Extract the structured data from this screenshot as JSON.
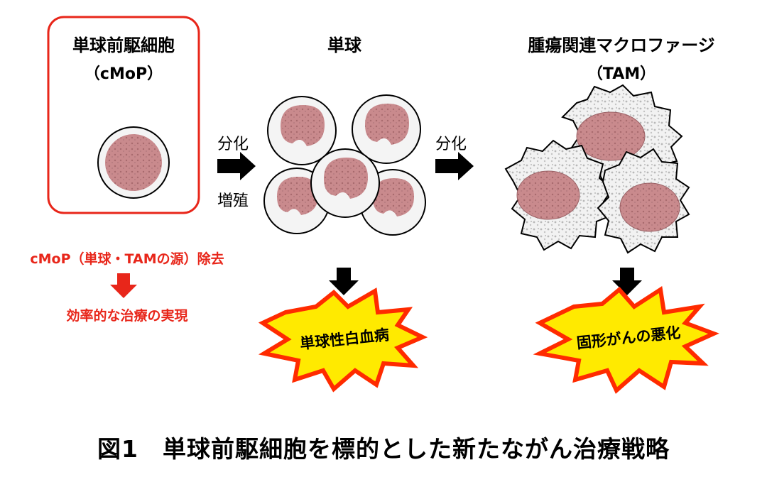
{
  "cmop": {
    "title": "単球前駆細胞",
    "abbrev": "（cMoP）"
  },
  "monocyte": {
    "title": "単球"
  },
  "tam": {
    "title": "腫瘍関連マクロファージ",
    "abbrev": "（TAM）"
  },
  "arrows": {
    "differentiation_1": "分化",
    "proliferation": "増殖",
    "differentiation_2": "分化"
  },
  "left_notes": {
    "removal": "cMoP（単球・TAMの源）除去",
    "result": "効率的な治療の実現"
  },
  "bursts": {
    "leukemia": "単球性白血病",
    "cancer": "固形がんの悪化"
  },
  "caption": "図1　単球前駆細胞を標的とした新たながん治療戦略",
  "colors": {
    "accent_red": "#e8261a",
    "burst_fill": "#ffea00",
    "burst_stroke": "#ff2b00",
    "nucleus": "#c98a8d",
    "cell_fill": "#eeeeee"
  }
}
